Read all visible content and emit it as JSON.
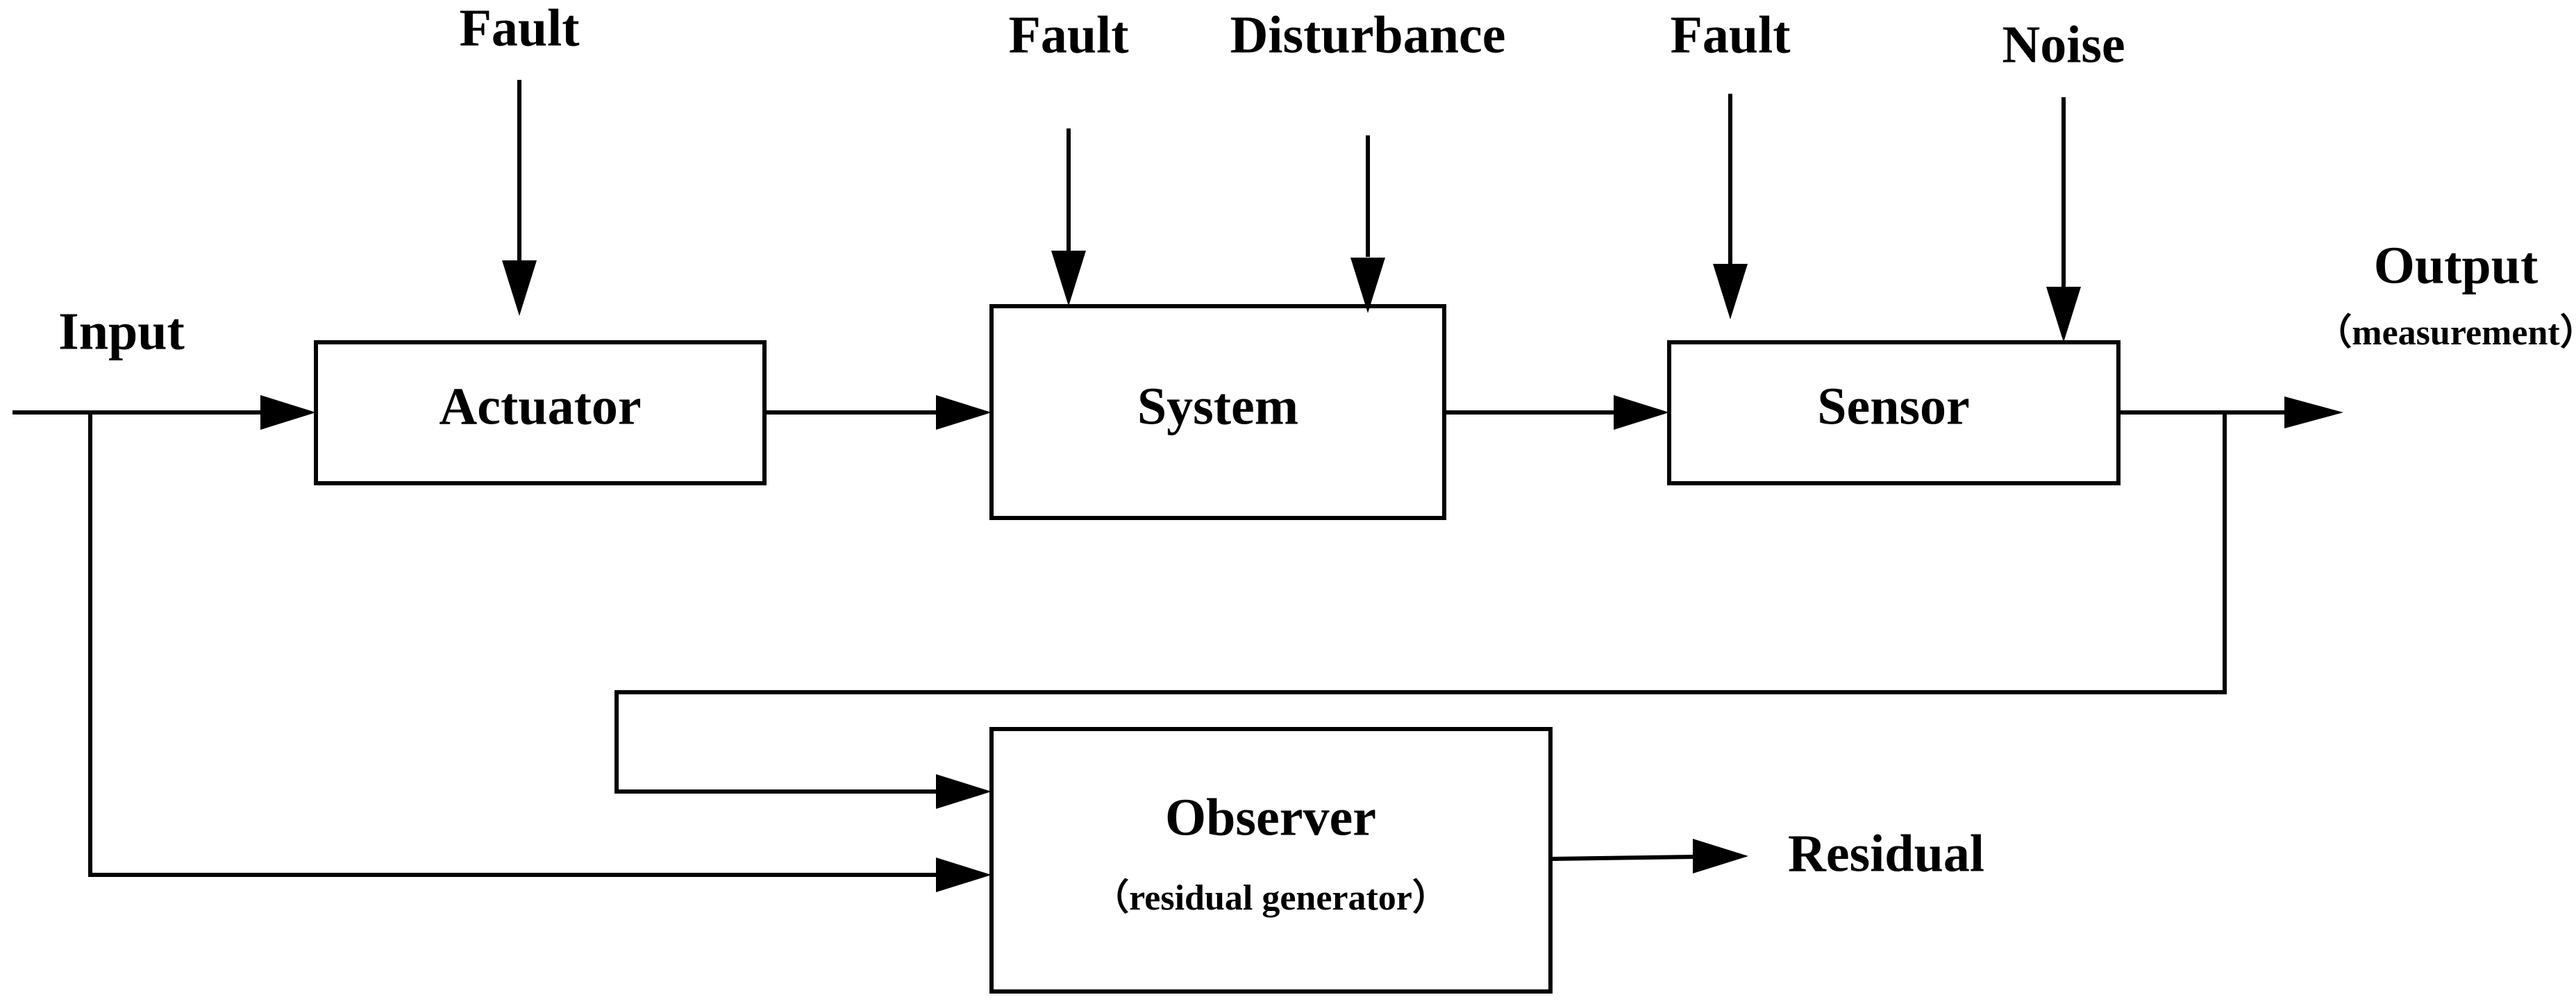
{
  "diagram": {
    "inputs": {
      "input": "Input",
      "output": "Output",
      "output_sub": "（measurement）",
      "residual": "Residual"
    },
    "blocks": {
      "actuator": "Actuator",
      "system": "System",
      "sensor": "Sensor",
      "observer": "Observer",
      "observer_sub": "（residual generator）"
    },
    "signals": {
      "actuator_fault": "Fault",
      "system_fault": "Fault",
      "system_disturbance": "Disturbance",
      "sensor_fault": "Fault",
      "sensor_noise": "Noise"
    }
  },
  "colors": {
    "line": "#000000",
    "background": "#ffffff"
  }
}
